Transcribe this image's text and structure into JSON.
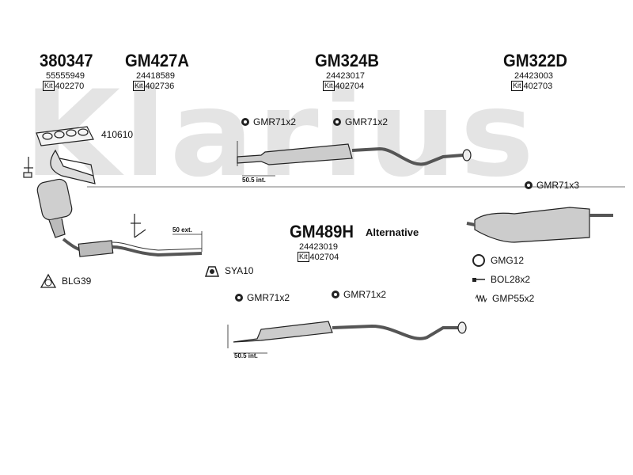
{
  "watermark": "Klarius",
  "groups": [
    {
      "part": "380347",
      "oem": "55555949",
      "kit_label": "Kit",
      "kit": "402270"
    },
    {
      "part": "GM427A",
      "oem": "24418589",
      "kit_label": "Kit",
      "kit": "402736"
    },
    {
      "part": "GM324B",
      "oem": "24423017",
      "kit_label": "Kit",
      "kit": "402704"
    },
    {
      "part": "GM322D",
      "oem": "24423003",
      "kit_label": "Kit",
      "kit": "402703"
    }
  ],
  "alt_group": {
    "part": "GM489H",
    "alt_label": "Alternative",
    "oem": "24423019",
    "kit_label": "Kit",
    "kit": "402704"
  },
  "labels": {
    "gasket_410610": "410610",
    "gmr_top_1": "GMR71x2",
    "gmr_top_2": "GMR71x2",
    "gmr_right": "GMR71x3",
    "gmr_bottom_1": "GMR71x2",
    "gmr_bottom_2": "GMR71x2",
    "int_top": "50.5 int.",
    "int_bottom": "50.5 int.",
    "ext": "50 ext.",
    "sya10": "SYA10",
    "blg39": "BLG39",
    "gmg12": "GMG12",
    "bol28x2": "BOL28x2",
    "gmp55x2": "GMP55x2"
  },
  "icons": [
    "rubber-mount-icon",
    "gasket-ring-icon",
    "bolt-icon",
    "spring-icon",
    "flange-gasket-icon",
    "bracket-icon"
  ]
}
